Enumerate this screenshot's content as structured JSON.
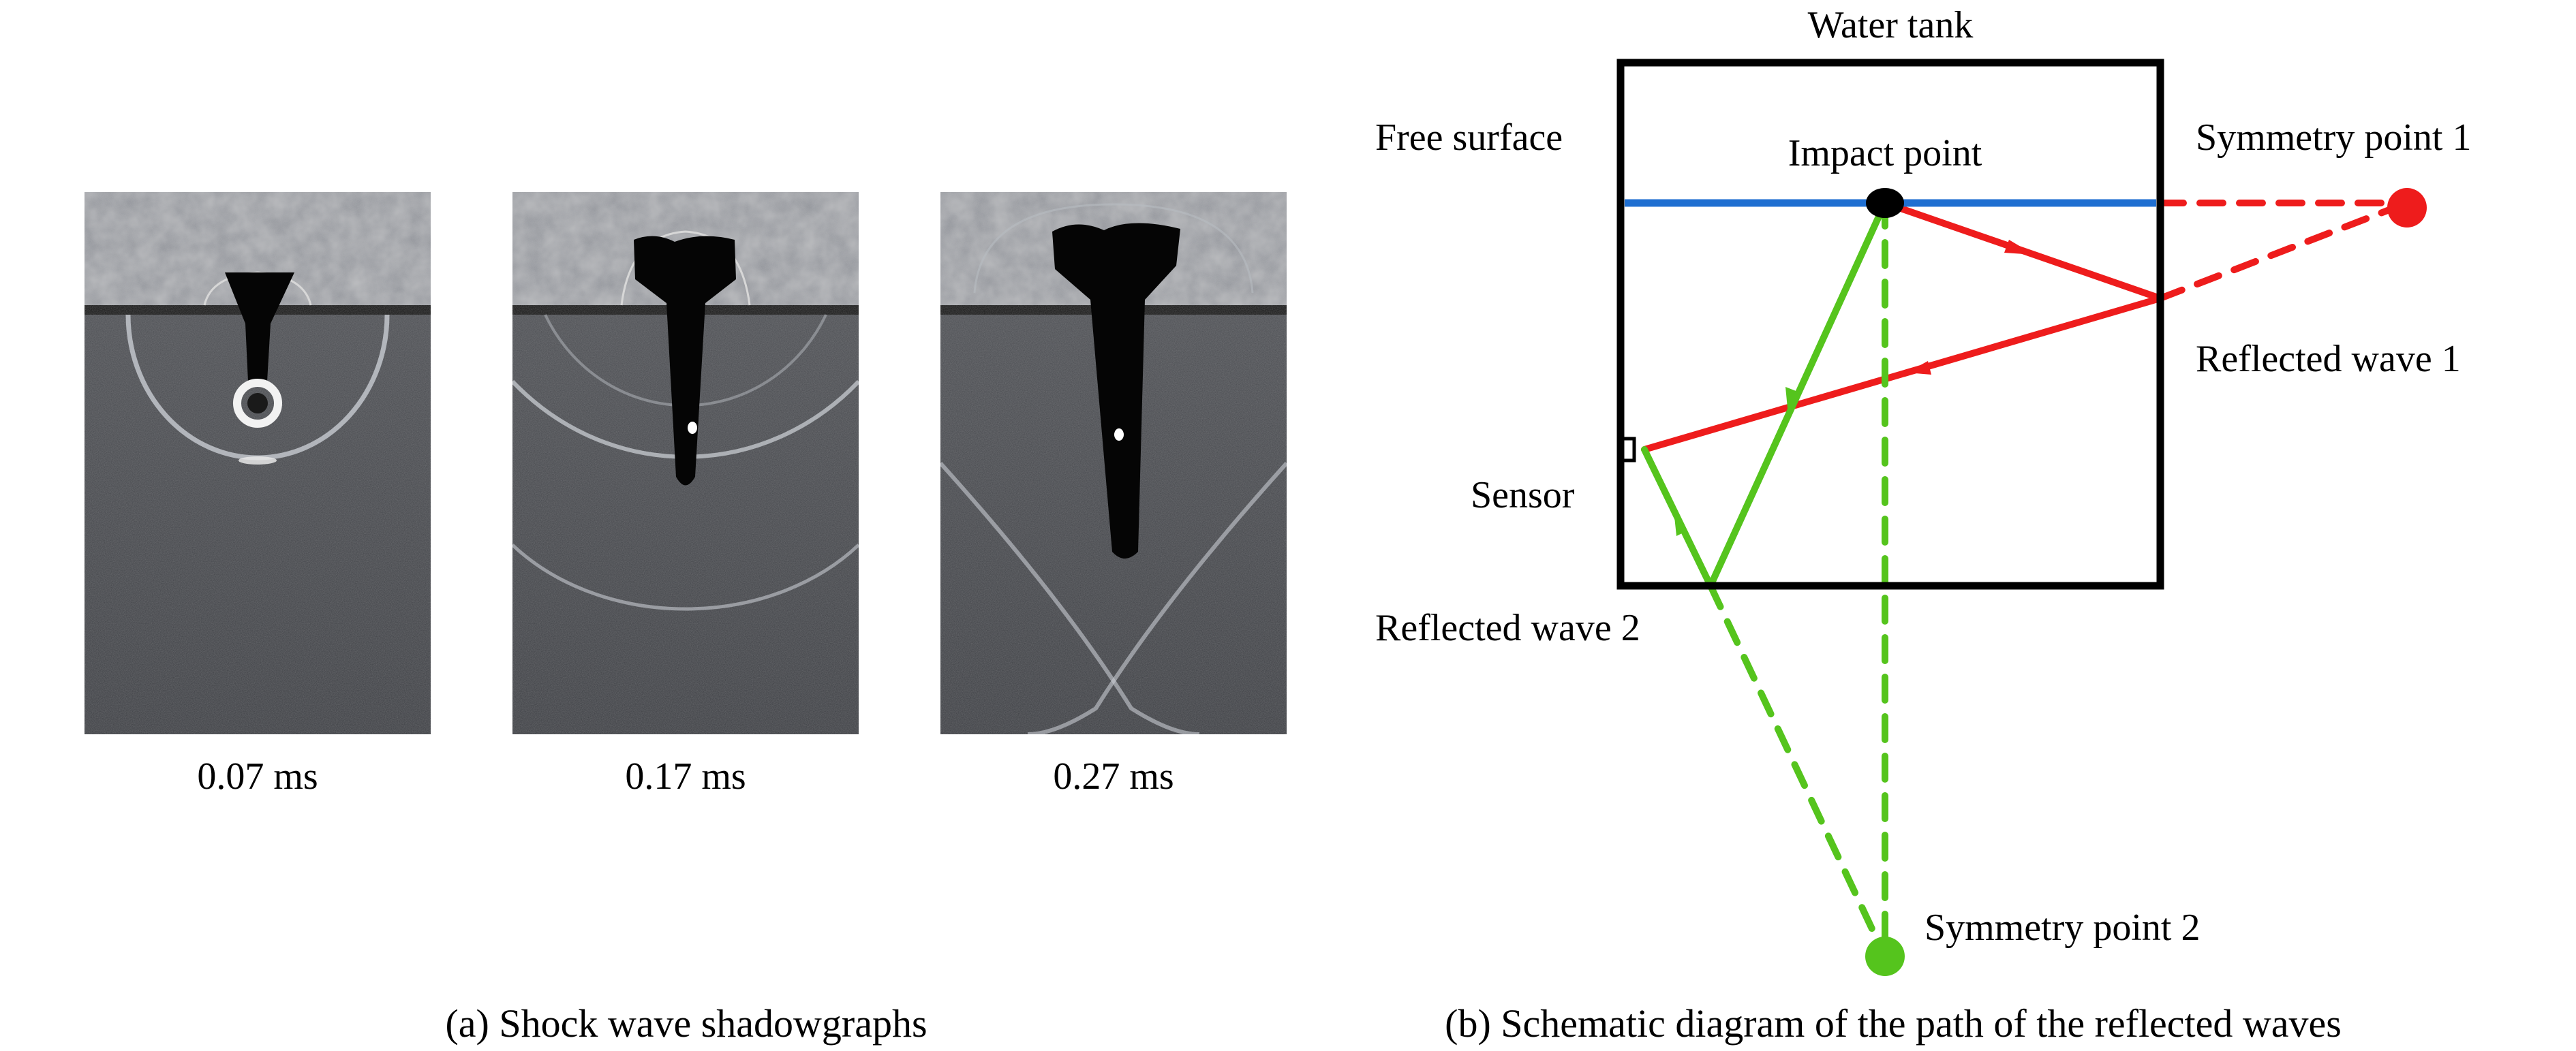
{
  "panel_a": {
    "frames": [
      {
        "time_label": "0.07 ms"
      },
      {
        "time_label": "0.17 ms"
      },
      {
        "time_label": "0.27 ms"
      }
    ],
    "caption": "(a) Shock wave shadowgraphs"
  },
  "panel_b": {
    "labels": {
      "water_tank": "Water tank",
      "free_surface": "Free surface",
      "impact_point": "Impact point",
      "symmetry_point_1": "Symmetry point 1",
      "reflected_wave_1": "Reflected wave 1",
      "sensor": "Sensor",
      "reflected_wave_2": "Reflected wave 2",
      "symmetry_point_2": "Symmetry point 2"
    },
    "caption": "(b) Schematic diagram of the path of the reflected waves",
    "colors": {
      "tank_outline": "#000000",
      "free_surface": "#1f6fd1",
      "wave_1": "#ee1c1c",
      "wave_2": "#55c41d",
      "impact_point": "#000000"
    }
  }
}
